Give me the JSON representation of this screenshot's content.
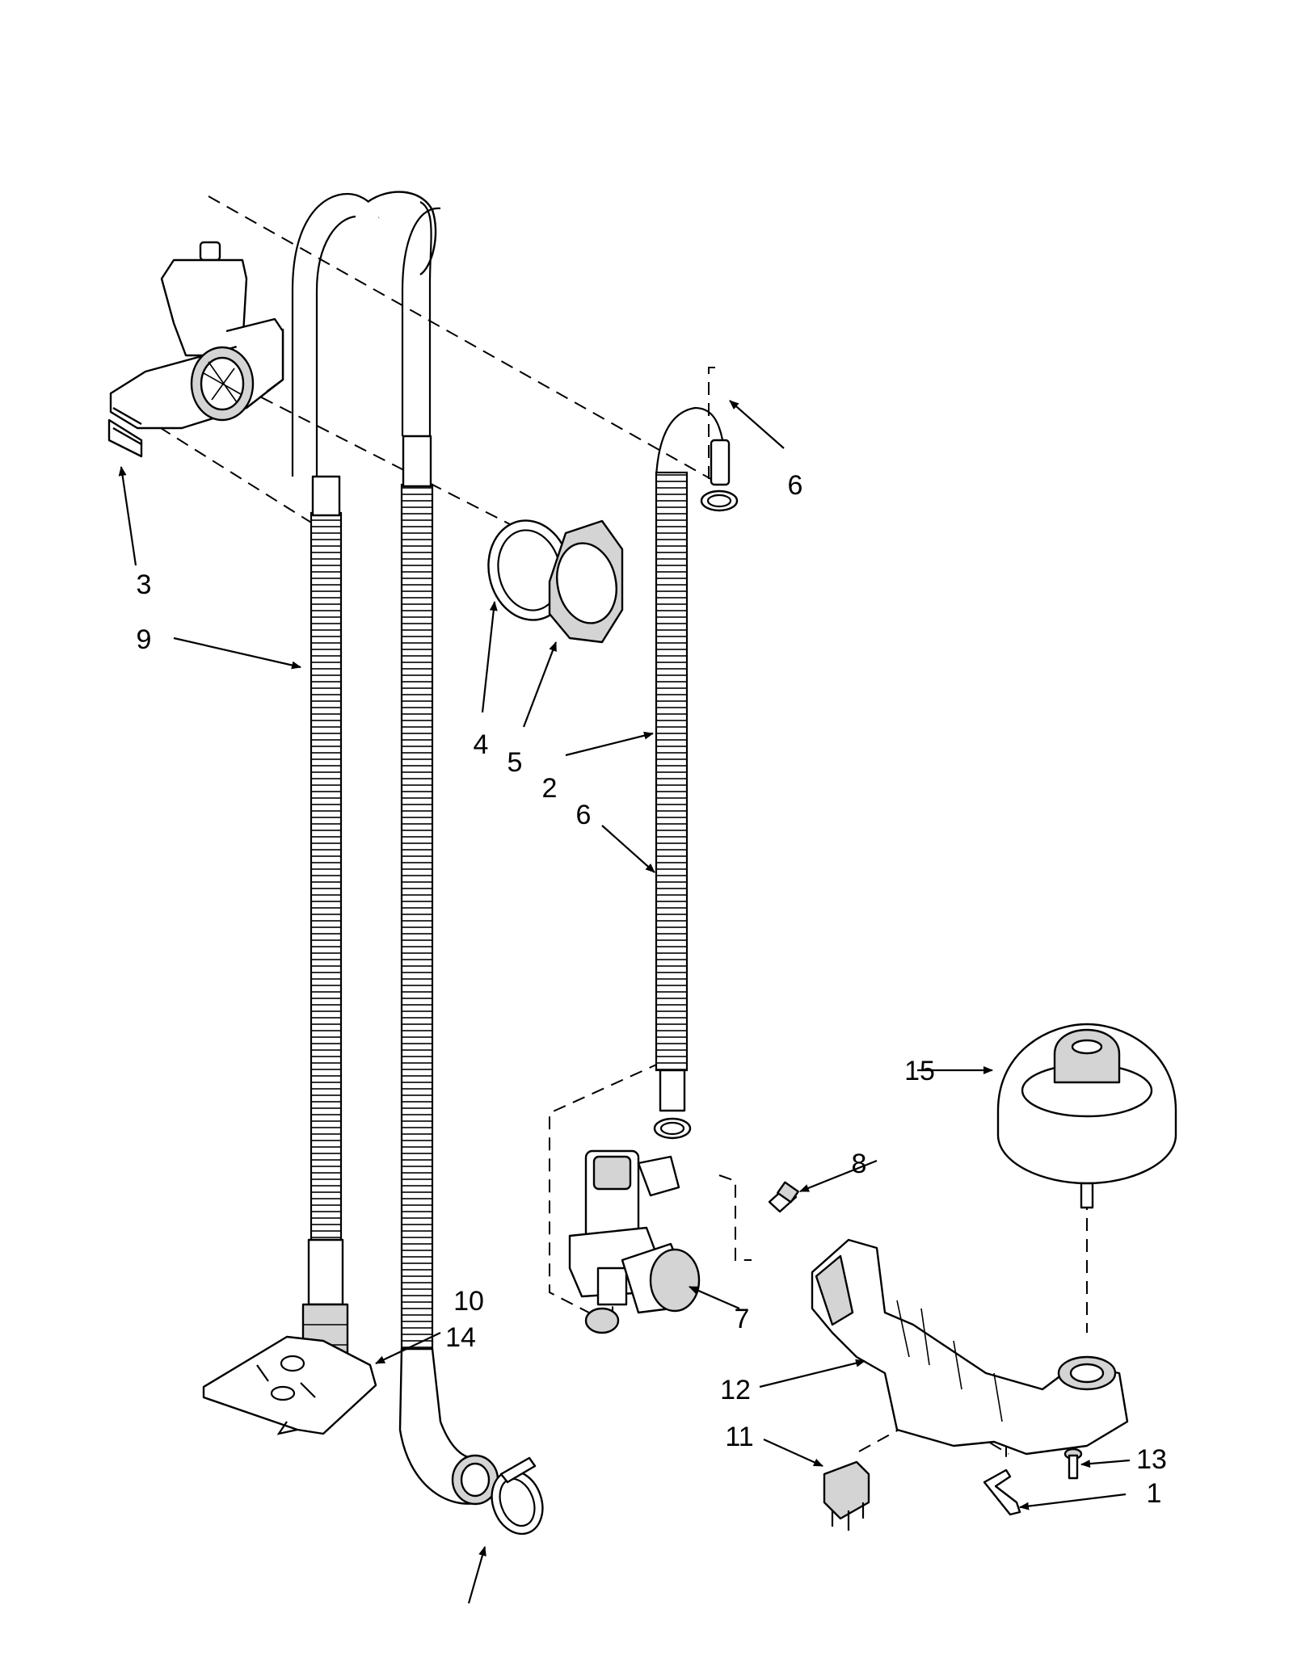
{
  "callouts": {
    "c1": "1",
    "c2": "2",
    "c3": "3",
    "c4": "4",
    "c5": "5",
    "c6a": "6",
    "c6b": "6",
    "c7": "7",
    "c8": "8",
    "c9": "9",
    "c10": "10",
    "c11": "11",
    "c12": "12",
    "c13": "13",
    "c14": "14",
    "c15": "15"
  },
  "colors": {
    "line": "#000000",
    "part_fill": "#ffffff",
    "shade": "#d4d4d4"
  }
}
